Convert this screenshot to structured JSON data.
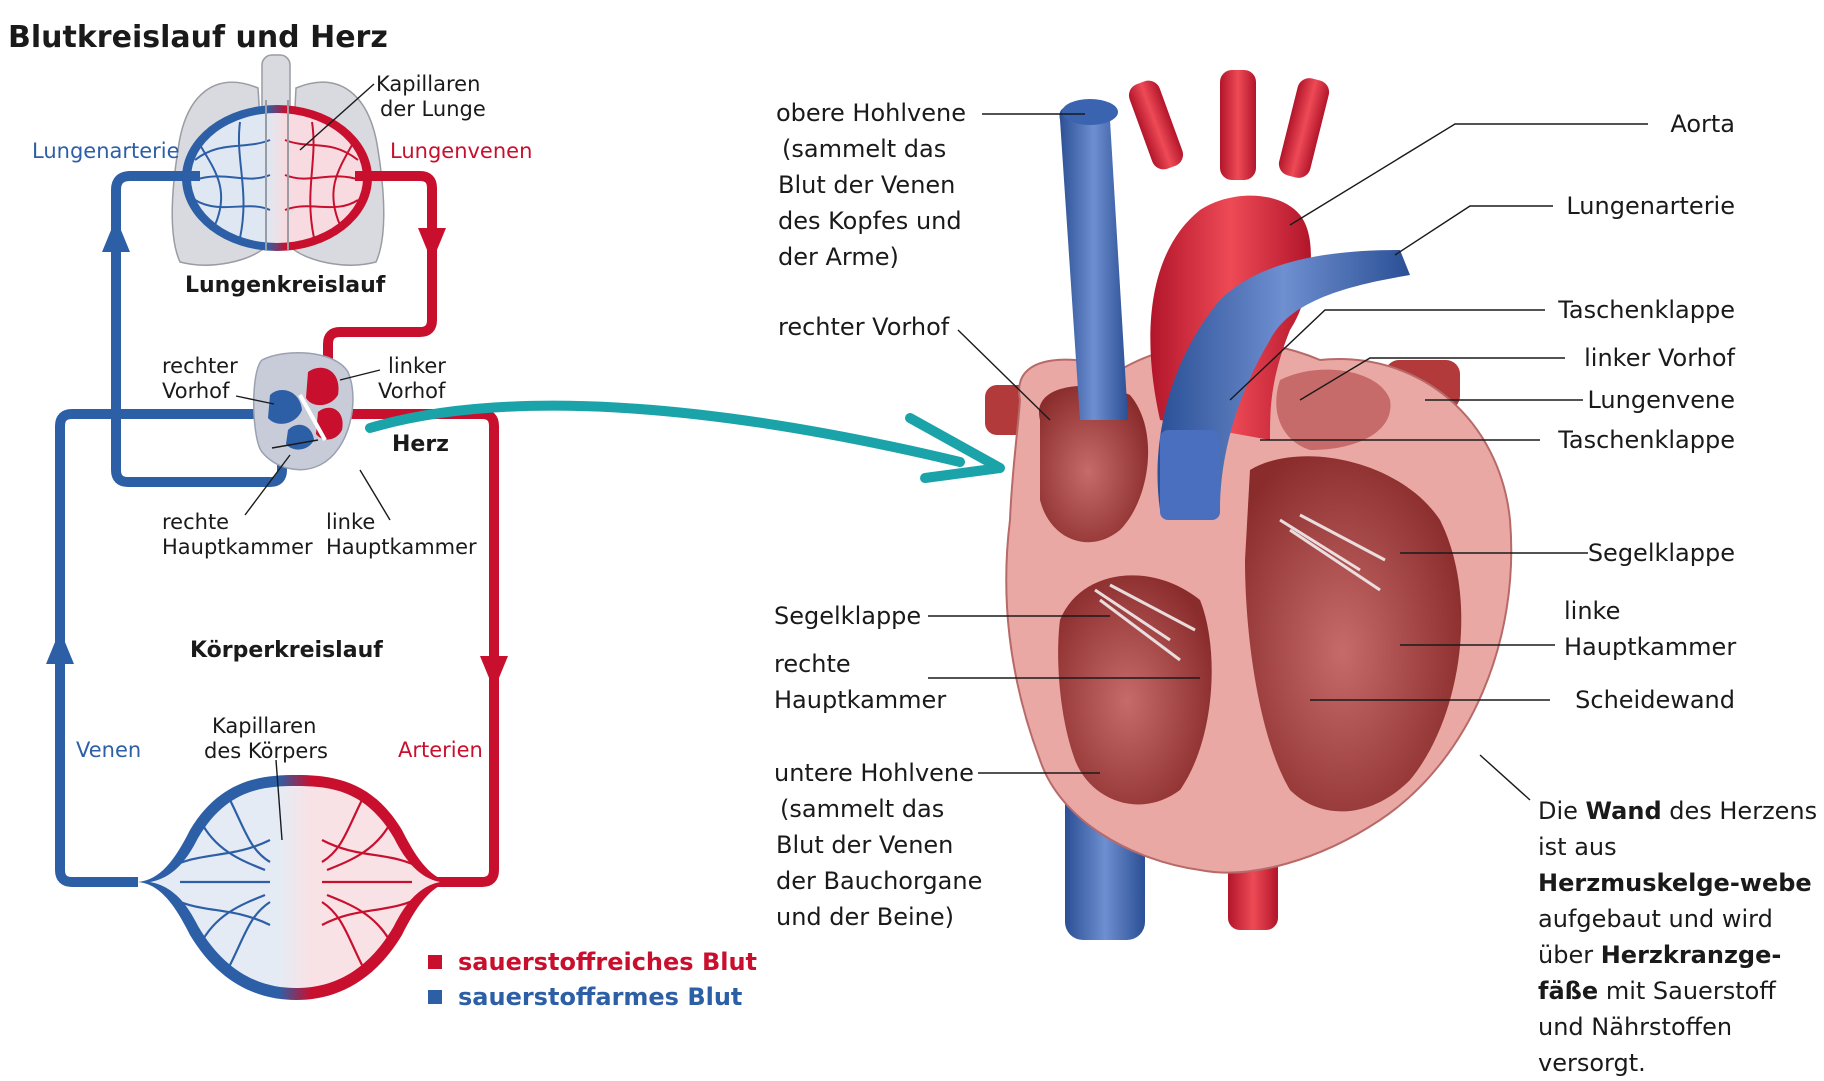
{
  "title": "Blutkreislauf und Herz",
  "circulation": {
    "capillaries_lung": [
      "Kapillaren",
      "der Lunge"
    ],
    "pulmonary_artery": "Lungenarterie",
    "pulmonary_veins": "Lungenvenen",
    "pulmonary_circulation": "Lungenkreislauf",
    "right_atrium": [
      "rechter",
      "Vorhof"
    ],
    "left_atrium": [
      "linker",
      "Vorhof"
    ],
    "heart": "Herz",
    "right_ventricle": [
      "rechte",
      "Hauptkammer"
    ],
    "left_ventricle": [
      "linke",
      "Hauptkammer"
    ],
    "systemic_circulation": "Körperkreislauf",
    "veins": "Venen",
    "arteries": "Arterien",
    "capillaries_body": [
      "Kapillaren",
      "des Körpers"
    ]
  },
  "legend": {
    "oxygen_rich": "sauerstoffreiches Blut",
    "oxygen_poor": "sauerstoffarmes Blut"
  },
  "heart_labels": {
    "superior_vena_cava": [
      "obere Hohlvene",
      "(sammelt das",
      "Blut der Venen",
      "des Kopfes und",
      "der Arme)"
    ],
    "right_atrium": "rechter Vorhof",
    "tricuspid_valve": "Segelklappe",
    "right_ventricle": [
      "rechte",
      "Hauptkammer"
    ],
    "inferior_vena_cava": [
      "untere Hohlvene",
      "(sammelt das",
      "Blut der Venen",
      "der Bauchorgane",
      "und der Beine)"
    ],
    "aorta": "Aorta",
    "pulmonary_artery": "Lungenarterie",
    "semilunar_valve_top": "Taschenklappe",
    "left_atrium": "linker Vorhof",
    "pulmonary_vein": "Lungenvene",
    "semilunar_valve_bottom": "Taschenklappe",
    "mitral_valve": "Segelklappe",
    "left_ventricle": [
      "linke",
      "Hauptkammer"
    ],
    "septum": "Scheidewand"
  },
  "wall_note": {
    "p1": "Die ",
    "b1": "Wand",
    "p2": " des Herzens ist aus ",
    "b2": "Herzmuskelge-webe",
    "p3": " aufgebaut und wird über ",
    "b3": "Herzkranzge-fäße",
    "p4": " mit Sauerstoff und Nährstoffen versorgt."
  },
  "colors": {
    "oxygen_rich": "#c8102e",
    "oxygen_poor": "#2d5fa6",
    "connector": "#1aa3a8",
    "lung_fill": "#d9dadf"
  }
}
